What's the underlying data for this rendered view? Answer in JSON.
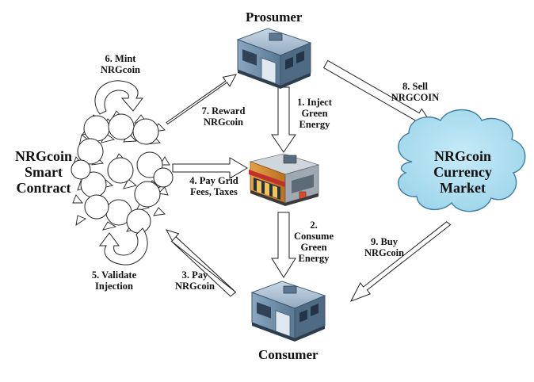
{
  "nodes": {
    "prosumer": "Prosumer",
    "consumer": "Consumer",
    "contract": [
      "NRGcoin",
      "Smart",
      "Contract"
    ],
    "market": [
      "NRGcoin",
      "Currency",
      "Market"
    ]
  },
  "edges": {
    "e1": [
      "1. Inject",
      "Green",
      "Energy"
    ],
    "e2": [
      "2.",
      "Consume",
      "Green",
      "Energy"
    ],
    "e3": [
      "3. Pay",
      "NRGcoin"
    ],
    "e4": [
      "4. Pay Grid",
      "Fees, Taxes"
    ],
    "e5": [
      "5. Validate",
      "Injection"
    ],
    "e6": [
      "6. Mint",
      "NRGcoin"
    ],
    "e7": [
      "7. Reward",
      "NRGcoin"
    ],
    "e8": [
      "8. Sell",
      "NRGCOIN"
    ],
    "e9": [
      "9. Buy",
      "NRGcoin"
    ]
  },
  "colors": {
    "cloud_fill": "#a9dcee",
    "cloud_stroke": "#3d7da5",
    "building_wall": "#6f8fab",
    "building_roof": "#a9bfd3",
    "shop_wall": "#d8882c",
    "shop_awning": "#c0312b"
  },
  "icons": [
    "building-icon",
    "grid-store-icon",
    "cloud-shape",
    "blockchain-network-icon"
  ]
}
